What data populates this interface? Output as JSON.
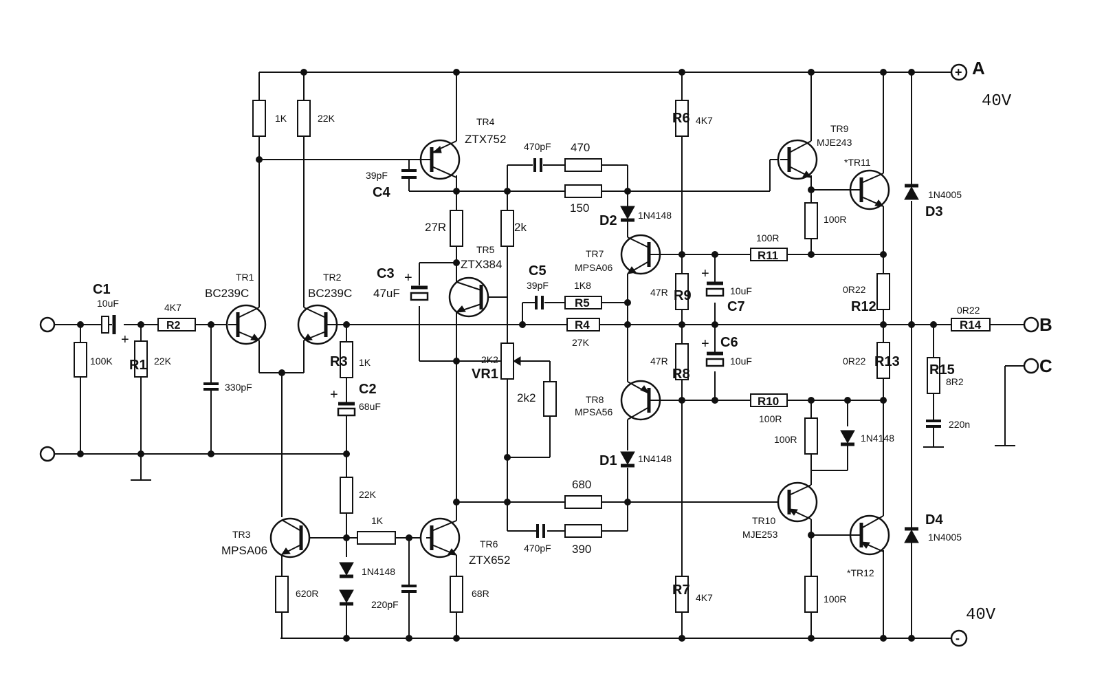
{
  "terminals": {
    "a": "A",
    "b": "B",
    "c": "C",
    "pos_supply": "40V",
    "neg_supply": "40V",
    "plus_symbol": "+",
    "minus_symbol": "-"
  },
  "input": {
    "c1": {
      "ref": "C1",
      "value": "10uF"
    },
    "r_input": {
      "value": "100K"
    },
    "r1": {
      "ref": "R1",
      "value": "22K"
    },
    "r2": {
      "ref": "R2",
      "value": "4K7"
    },
    "c_filter": {
      "value": "330pF"
    },
    "plus": "+"
  },
  "diff_pair": {
    "tr1": {
      "ref": "TR1",
      "type": "BC239C"
    },
    "tr2": {
      "ref": "TR2",
      "type": "BC239C"
    },
    "r_1k": {
      "value": "1K"
    },
    "r_22k": {
      "value": "22K"
    },
    "r3": {
      "ref": "R3",
      "value": "1K"
    },
    "c2": {
      "ref": "C2",
      "value": "68uF"
    },
    "plus": "+"
  },
  "current_source": {
    "tr3": {
      "ref": "TR3",
      "type": "MPSA06"
    },
    "r_22k": {
      "value": "22K"
    },
    "r_1k": {
      "value": "1K"
    },
    "d_1n4148": {
      "value": "1N4148"
    },
    "c_220pf": {
      "value": "220pF"
    },
    "r_620r": {
      "value": "620R"
    }
  },
  "vas": {
    "tr4": {
      "ref": "TR4",
      "type": "ZTX752"
    },
    "c4": {
      "ref": "C4",
      "value": "39pF"
    },
    "r_27r": {
      "value": "27R"
    },
    "r_2k": {
      "value": "2k"
    },
    "tr5": {
      "ref": "TR5",
      "type": "ZTX384"
    },
    "c3": {
      "ref": "C3",
      "value": "47uF"
    },
    "plus": "+",
    "vr1": {
      "ref": "VR1",
      "value": "2K2"
    },
    "r_2k2": {
      "value": "2k2"
    },
    "tr6": {
      "ref": "TR6",
      "type": "ZTX652"
    },
    "r_68r": {
      "value": "68R"
    }
  },
  "feedback": {
    "c_470pf_top": {
      "value": "470pF"
    },
    "r_470": {
      "value": "470"
    },
    "r_150": {
      "value": "150"
    },
    "c5": {
      "ref": "C5",
      "value": "39pF"
    },
    "r5": {
      "ref": "R5",
      "value": "1K8"
    },
    "r4": {
      "ref": "R4",
      "value": "27K"
    },
    "r_680": {
      "value": "680"
    },
    "c_470pf_bot": {
      "value": "470pF"
    },
    "r_390": {
      "value": "390"
    }
  },
  "drivers": {
    "d2": {
      "ref": "D2",
      "value": "1N4148"
    },
    "d1": {
      "ref": "D1",
      "value": "1N4148"
    },
    "tr7": {
      "ref": "TR7",
      "type": "MPSA06"
    },
    "tr8": {
      "ref": "TR8",
      "type": "MPSA56"
    },
    "r6": {
      "ref": "R6",
      "value": "4K7"
    },
    "r7": {
      "ref": "R7",
      "value": "4K7"
    },
    "r9": {
      "ref": "R9",
      "value": "47R"
    },
    "r8": {
      "ref": "R8",
      "value": "47R"
    },
    "c7": {
      "ref": "C7",
      "value": "10uF"
    },
    "c6": {
      "ref": "C6",
      "value": "10uF"
    },
    "plus": "+"
  },
  "output": {
    "tr9": {
      "ref": "TR9",
      "type": "MJE243"
    },
    "tr10": {
      "ref": "TR10",
      "type": "MJE253"
    },
    "tr11": {
      "ref": "*TR11"
    },
    "tr12": {
      "ref": "*TR12"
    },
    "r_100r_top": {
      "value": "100R"
    },
    "r11": {
      "ref": "R11",
      "value": "100R"
    },
    "r10": {
      "ref": "R10",
      "value": "100R"
    },
    "r_100r_mid": {
      "value": "100R"
    },
    "r_100r_bot": {
      "value": "100R"
    },
    "d_1n4148": {
      "value": "1N4148"
    },
    "r12": {
      "ref": "R12",
      "value": "0R22"
    },
    "r13": {
      "ref": "R13",
      "value": "0R22"
    },
    "r14": {
      "ref": "R14",
      "value": "0R22"
    },
    "r15": {
      "ref": "R15",
      "value": "8R2"
    },
    "c_220n": {
      "value": "220n"
    },
    "d3": {
      "ref": "D3",
      "value": "1N4005"
    },
    "d4": {
      "ref": "D4",
      "value": "1N4005"
    }
  }
}
